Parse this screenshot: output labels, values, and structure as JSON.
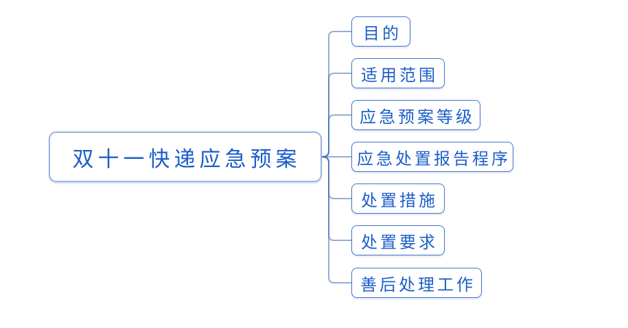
{
  "mindmap": {
    "root": {
      "label": "双十一快递应急预案"
    },
    "children": [
      {
        "label": "目的"
      },
      {
        "label": "适用范围"
      },
      {
        "label": "应急预案等级"
      },
      {
        "label": "应急处置报告程序"
      },
      {
        "label": "处置措施"
      },
      {
        "label": "处置要求"
      },
      {
        "label": "善后处理工作"
      }
    ]
  },
  "colors": {
    "canvas_background": "#ffffff",
    "root_node_border": "#9ab2e0",
    "child_node_border": "#4273c5",
    "node_text": "#1d5ec9",
    "connector_line": "#3e6cb4"
  }
}
